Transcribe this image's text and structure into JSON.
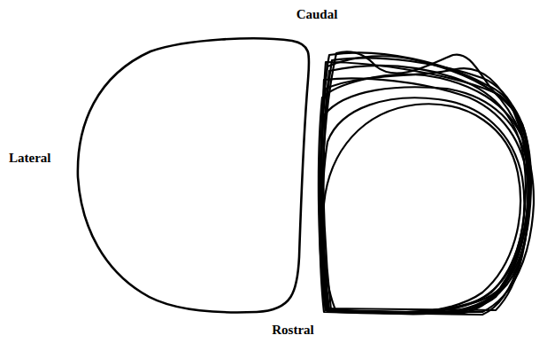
{
  "diagram": {
    "labels": [
      "Caudal",
      "Lateral",
      "Rostral"
    ]
  }
}
